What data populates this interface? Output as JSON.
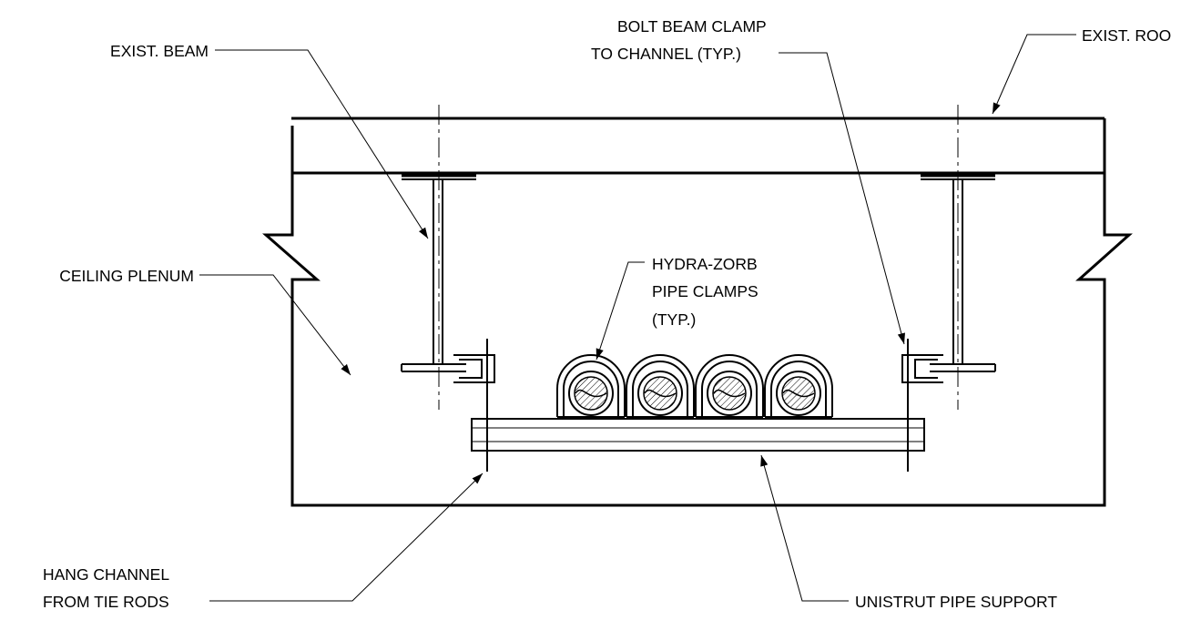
{
  "labels": {
    "exist_beam": "EXIST. BEAM",
    "bolt_clamp_line1": "BOLT BEAM CLAMP",
    "bolt_clamp_line2": "TO CHANNEL (TYP.)",
    "exist_roof": "EXIST. ROO",
    "ceiling_plenum": "CEILING PLENUM",
    "hydra_line1": "HYDRA-ZORB",
    "hydra_line2": "PIPE CLAMPS",
    "hydra_line3": "(TYP.)",
    "hang_line1": "HANG CHANNEL",
    "hang_line2": "FROM TIE RODS",
    "unistrut": "UNISTRUT PIPE SUPPORT"
  },
  "colors": {
    "ink": "#000000",
    "background": "#ffffff"
  }
}
